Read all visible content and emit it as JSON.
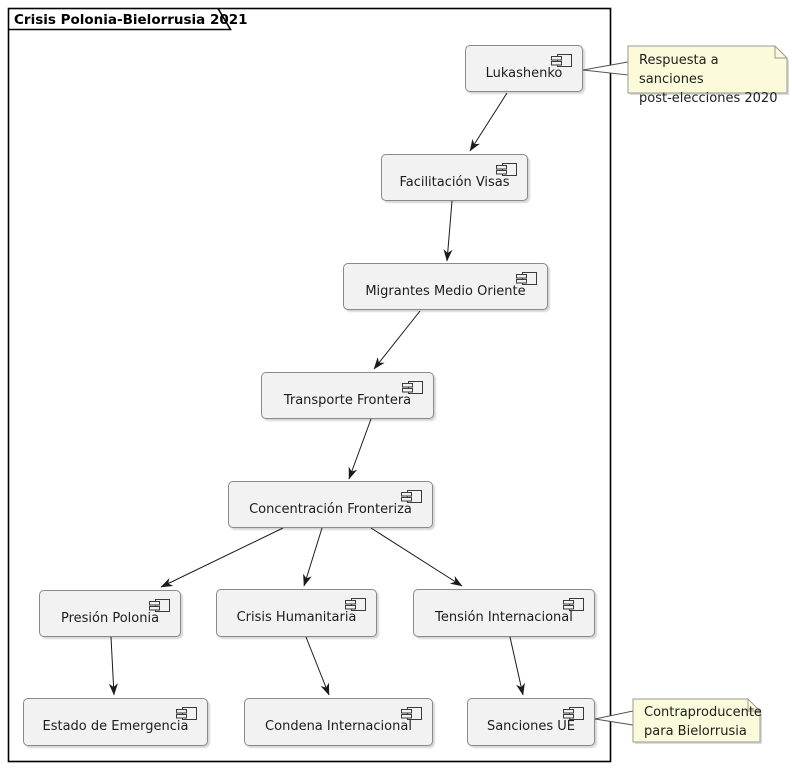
{
  "diagram": {
    "title": "Crisis Polonia-Bielorrusia 2021",
    "type": "component-diagram",
    "nodes": [
      {
        "id": "lukashenko",
        "label": "Lukashenko"
      },
      {
        "id": "facilitacion-visas",
        "label": "Facilitación Visas"
      },
      {
        "id": "migrantes-medio-oriente",
        "label": "Migrantes Medio Oriente"
      },
      {
        "id": "transporte-frontera",
        "label": "Transporte Frontera"
      },
      {
        "id": "concentracion-fronteriza",
        "label": "Concentración Fronteriza"
      },
      {
        "id": "presion-polonia",
        "label": "Presión Polonia"
      },
      {
        "id": "crisis-humanitaria",
        "label": "Crisis Humanitaria"
      },
      {
        "id": "tension-internacional",
        "label": "Tensión Internacional"
      },
      {
        "id": "estado-de-emergencia",
        "label": "Estado de Emergencia"
      },
      {
        "id": "condena-internacional",
        "label": "Condena Internacional"
      },
      {
        "id": "sanciones-ue",
        "label": "Sanciones UE"
      }
    ],
    "edges": [
      {
        "from": "Lukashenko",
        "to": "Facilitación Visas"
      },
      {
        "from": "Facilitación Visas",
        "to": "Migrantes Medio Oriente"
      },
      {
        "from": "Migrantes Medio Oriente",
        "to": "Transporte Frontera"
      },
      {
        "from": "Transporte Frontera",
        "to": "Concentración Fronteriza"
      },
      {
        "from": "Concentración Fronteriza",
        "to": "Presión Polonia"
      },
      {
        "from": "Concentración Fronteriza",
        "to": "Crisis Humanitaria"
      },
      {
        "from": "Concentración Fronteriza",
        "to": "Tensión Internacional"
      },
      {
        "from": "Presión Polonia",
        "to": "Estado de Emergencia"
      },
      {
        "from": "Crisis Humanitaria",
        "to": "Condena Internacional"
      },
      {
        "from": "Tensión Internacional",
        "to": "Sanciones UE"
      }
    ],
    "notes": [
      {
        "attached_to": "Lukashenko",
        "text": "Respuesta a sanciones\npost-elecciones 2020"
      },
      {
        "attached_to": "Sanciones UE",
        "text": "Contraproducente\npara Bielorrusia"
      }
    ],
    "colors": {
      "component_fill": "#F2F2F2",
      "component_border": "#8A8A8A",
      "note_fill": "#FBFBDC",
      "note_border": "#9A9A90",
      "edge": "#1B1B1B",
      "frame_border": "#000000",
      "text": "#1C1C1C"
    }
  }
}
